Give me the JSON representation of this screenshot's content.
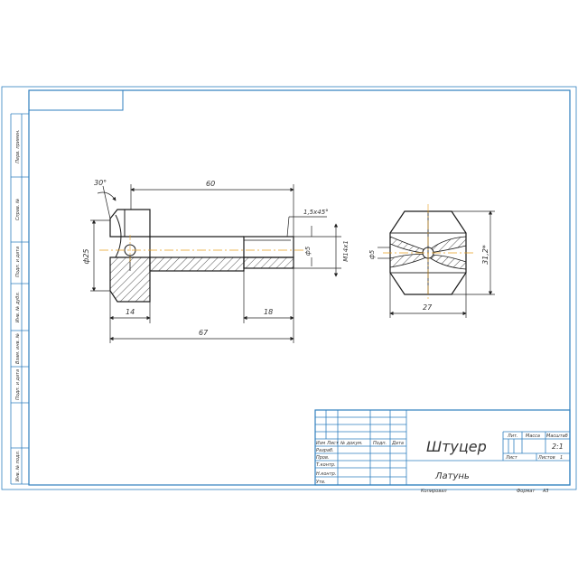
{
  "drawing": {
    "line_color": "#1a1a1a",
    "frame_color": "#2f7fbf",
    "hatch_color": "#333333",
    "center_color": "#e8a020",
    "dims": {
      "chamfer_angle": "30°",
      "length_thread_body": "60",
      "edge_chamfer": "1,5x45°",
      "head_diameter": "ф25",
      "bore_diameter_side": "ф5",
      "thread": "М14х1",
      "head_width": "14",
      "thread_length": "18",
      "total_length": "67",
      "bore_diameter_end": "ф5",
      "across_corners": "31,2*",
      "across_flats": "27"
    }
  },
  "margin_column": {
    "labels": [
      "Перв. примен.",
      "Справ. №",
      "Подп. и дата",
      "Инв. № дубл.",
      "Взам. инв. №",
      "Подп. и дата",
      "Инв. № подл."
    ]
  },
  "title_block": {
    "change_headers": [
      "Изм",
      "Лист",
      "№ докум.",
      "Подп.",
      "Дата"
    ],
    "roles": [
      "Разраб.",
      "Пров.",
      "Т.контр.",
      "Н.контр.",
      "Утв."
    ],
    "part_name": "Штуцер",
    "material": "Латунь",
    "lit_label": "Лит.",
    "mass_label": "Масса",
    "scale_label": "Масштаб",
    "scale_value": "2:1",
    "sheet_label": "Лист",
    "sheets_label": "Листов",
    "sheets_value": "1",
    "copied_label": "Копировал",
    "format_label": "Формат",
    "format_value": "А3"
  }
}
